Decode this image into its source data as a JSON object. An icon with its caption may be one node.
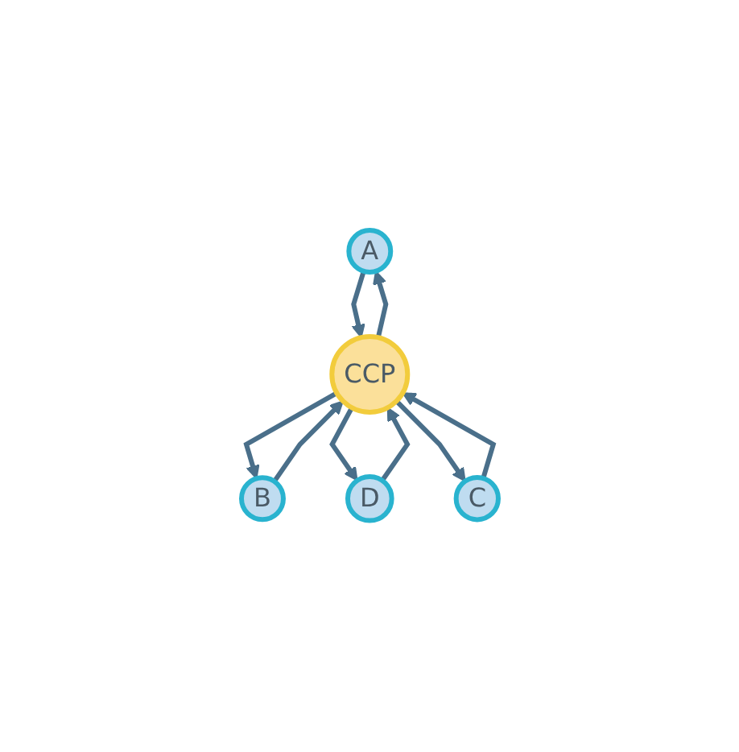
{
  "diagram": {
    "nodes": [
      {
        "text": [
          "A"
        ]
      },
      {
        "text": [
          "B"
        ]
      },
      {
        "text": [
          "CCP"
        ]
      },
      {
        "text": [
          "D"
        ]
      },
      {
        "text": [
          "C"
        ]
      }
    ],
    "edges": [
      {
        "from": 0,
        "to": 2,
        "arrow": "to"
      },
      {
        "from": 2,
        "to": 0,
        "arrow": "to"
      },
      {
        "from": 1,
        "to": 2,
        "arrow": "to"
      },
      {
        "from": 2,
        "to": 1,
        "arrow": "to"
      },
      {
        "from": 2,
        "to": 3,
        "arrow": "to"
      },
      {
        "from": 3,
        "to": 2,
        "arrow": "to"
      },
      {
        "from": 2,
        "to": 4,
        "arrow": "to"
      },
      {
        "from": 4,
        "to": 2,
        "arrow": "to"
      }
    ]
  }
}
